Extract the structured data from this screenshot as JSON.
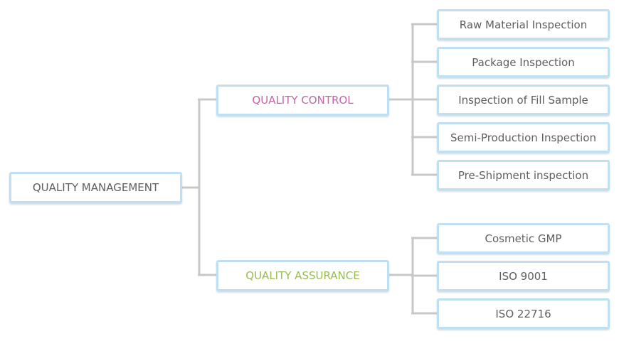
{
  "diagram": {
    "root": {
      "label": "QUALITY MANAGEMENT"
    },
    "branches": [
      {
        "label": "QUALITY CONTROL",
        "color": "#c466a8",
        "children": [
          "Raw Material Inspection",
          "Package Inspection",
          "Inspection of Fill Sample",
          "Semi-Production Inspection",
          "Pre-Shipment inspection"
        ]
      },
      {
        "label": "QUALITY ASSURANCE",
        "color": "#98bd4f",
        "children": [
          "Cosmetic GMP",
          "ISO 9001",
          "ISO 22716"
        ]
      }
    ],
    "style": {
      "box_border_color": "#bfe0f1",
      "connector_color": "#c8c8c8",
      "text_color": "#5f5f5f"
    }
  }
}
